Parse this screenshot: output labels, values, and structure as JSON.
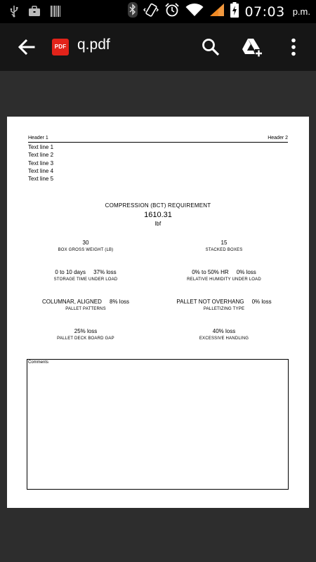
{
  "status_bar": {
    "time": "07:03",
    "ampm": "p.m.",
    "icons": [
      "usb-icon",
      "briefcase-icon",
      "barcode-icon",
      "bluetooth-icon",
      "vibrate-icon",
      "alarm-icon",
      "wifi-icon",
      "signal-icon",
      "battery-charging-icon"
    ]
  },
  "app_bar": {
    "file_badge": "PDF",
    "file_name": "q.pdf"
  },
  "document": {
    "header_left": "Header 1",
    "header_right": "Header 2",
    "text_lines": [
      "Text line 1",
      "Text line 2",
      "Text line 3",
      "Text line 4",
      "Text line 5"
    ],
    "requirement": {
      "title": "COMPRESSION (BCT)  REQUIREMENT",
      "value": "1610.31",
      "unit": "lbf"
    },
    "grid": [
      {
        "left": {
          "value": "30",
          "label": "BOX GROSS WEIGHT (LB)"
        },
        "right": {
          "value": "15",
          "label": "STACKED BOXES"
        }
      },
      {
        "left": {
          "value": "0 to 10 days     37% loss",
          "label": "STORAGE TIME UNDER LOAD"
        },
        "right": {
          "value": "0% to 50% HR     0% loss",
          "label": "RELATIVE HUMIDITY UNDER LOAD"
        }
      },
      {
        "left": {
          "value": "COLUMNAR, ALIGNED     8% loss",
          "label": "PALLET PATTERNS"
        },
        "right": {
          "value": "PALLET NOT OVERHANG     0% loss",
          "label": "PALLETIZING TYPE"
        }
      },
      {
        "left": {
          "value": "25% loss",
          "label": "PALLET DECK BOARD GAP"
        },
        "right": {
          "value": "40% loss",
          "label": "EXCESSIVE HANDLING"
        }
      }
    ],
    "comments_label": "Comments"
  },
  "colors": {
    "status_bar_bg": "#000000",
    "app_bar_bg": "#161616",
    "viewer_bg": "#2d2d2d",
    "pdf_badge": "#e2231a",
    "signal_accent": "#f08a24"
  }
}
